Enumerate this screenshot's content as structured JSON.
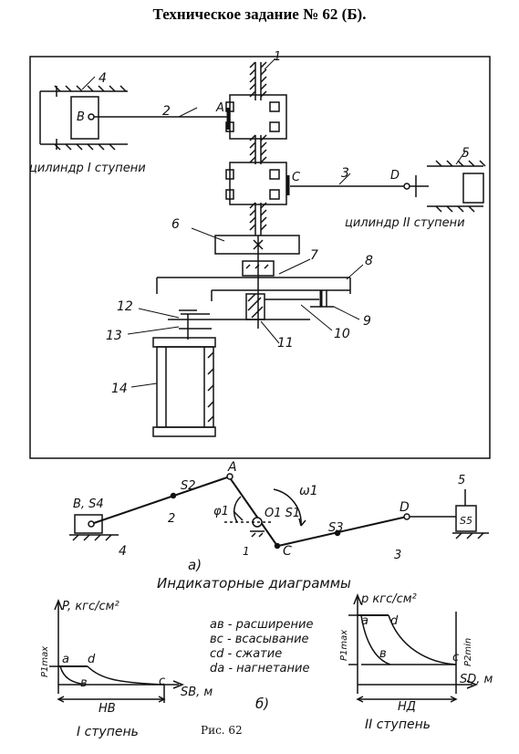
{
  "title": "Техническое задание  № 62 (Б).",
  "scheme": {
    "callouts": [
      "1",
      "2",
      "3",
      "4",
      "5",
      "6",
      "7",
      "8",
      "9",
      "10",
      "11",
      "12",
      "13",
      "14"
    ],
    "points": [
      "A",
      "B",
      "C",
      "D"
    ],
    "cyl1_label": "цилиндр I ступени",
    "cyl2_label": "цилиндр II ступени"
  },
  "mechanism": {
    "labels": {
      "B_S4": "B, S4",
      "S2": "S2",
      "A": "A",
      "phi1": "φ1",
      "O1_S1": "O1 S1",
      "omega1": "ω1",
      "S3": "S3",
      "D": "D",
      "C": "C",
      "five": "5",
      "four": "4",
      "two": "2",
      "one": "1",
      "three": "3",
      "S5": "S5"
    },
    "sublabel": "а)"
  },
  "diagrams": {
    "heading": "Индикаторные диаграммы",
    "legend": [
      "ав - расширение",
      "вс - всасывание",
      "cd - сжатие",
      "dа - нагнетание"
    ],
    "sublabel": "б)",
    "stage1": {
      "y_axis": "P, кгс/см²",
      "pmax": "P1max",
      "x_axis": "SB, м",
      "stroke": "HB",
      "caption": "I ступень",
      "points": [
        "a",
        "d",
        "в",
        "c"
      ]
    },
    "stage2": {
      "y_axis": "p кгс/см²",
      "pmax": "P1max",
      "pmin": "P2min",
      "x_axis": "SD, м",
      "stroke": "HД",
      "caption": "II ступень",
      "points": [
        "a",
        "d",
        "в",
        "c"
      ]
    },
    "figure_caption": "Рис. 62"
  }
}
